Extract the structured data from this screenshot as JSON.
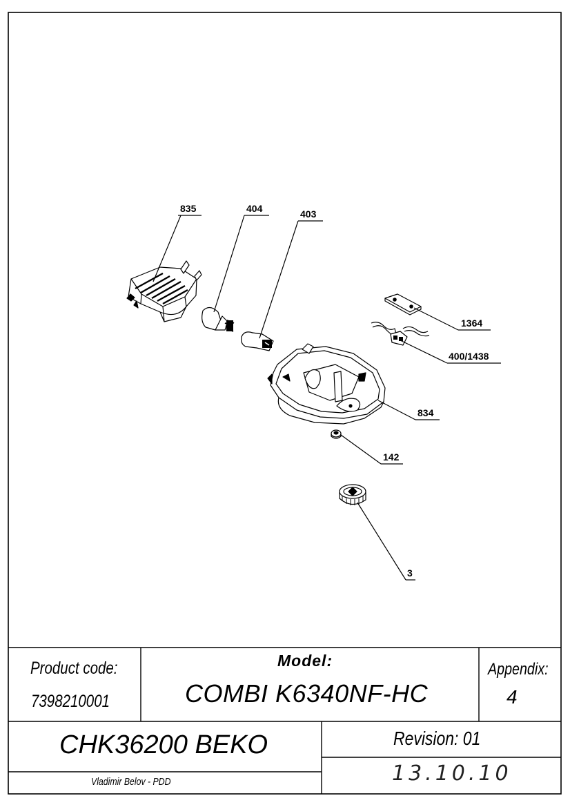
{
  "drawing": {
    "parts": [
      {
        "label": "835",
        "icon": "lamp-cover-icon"
      },
      {
        "label": "404",
        "icon": "light-bulb-icon"
      },
      {
        "label": "403",
        "icon": "lamp-socket-icon"
      },
      {
        "label": "1364",
        "icon": "plate-icon"
      },
      {
        "label": "400/1438",
        "icon": "wire-connector-icon"
      },
      {
        "label": "834",
        "icon": "lamp-housing-icon"
      },
      {
        "label": "142",
        "icon": "nut-icon"
      },
      {
        "label": "3",
        "icon": "thermostat-knob-icon"
      }
    ]
  },
  "title_block": {
    "product_code_label": "Product code:",
    "product_code_value": "7398210001",
    "model_label": "Model:",
    "model_value": "COMBI K6340NF-HC",
    "appendix_label": "Appendix:",
    "appendix_value": "4",
    "product_name": "CHK36200 BEKO",
    "revision_label": "Revision: 01",
    "author": "Vladimir Belov - PDD",
    "date": "13.10.10"
  }
}
